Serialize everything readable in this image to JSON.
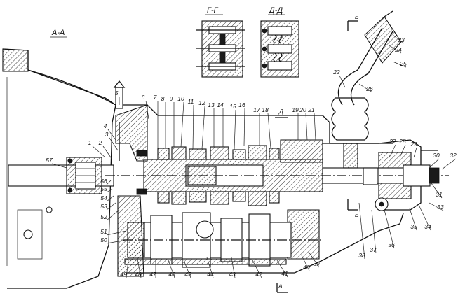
{
  "section_titles": {
    "main": "А-А",
    "section_g": "Г-Г",
    "section_d": "Д-Д"
  },
  "section_marks": {
    "b_top": "Б",
    "b_bottom": "Б",
    "d_mark": "Д",
    "a_bottom": "А"
  },
  "callouts": [
    "1",
    "2",
    "3",
    "4",
    "5",
    "6",
    "7",
    "8",
    "9",
    "10",
    "11",
    "12",
    "13",
    "14",
    "15",
    "16",
    "17",
    "18",
    "19",
    "20",
    "21",
    "22",
    "23",
    "24",
    "25",
    "26",
    "27",
    "28",
    "29",
    "30",
    "31",
    "32",
    "33",
    "34",
    "35",
    "36",
    "37",
    "38",
    "39",
    "40",
    "41",
    "42",
    "43",
    "44",
    "45",
    "46",
    "47",
    "48",
    "49",
    "50",
    "51",
    "52",
    "53",
    "54",
    "55",
    "56",
    "57"
  ]
}
